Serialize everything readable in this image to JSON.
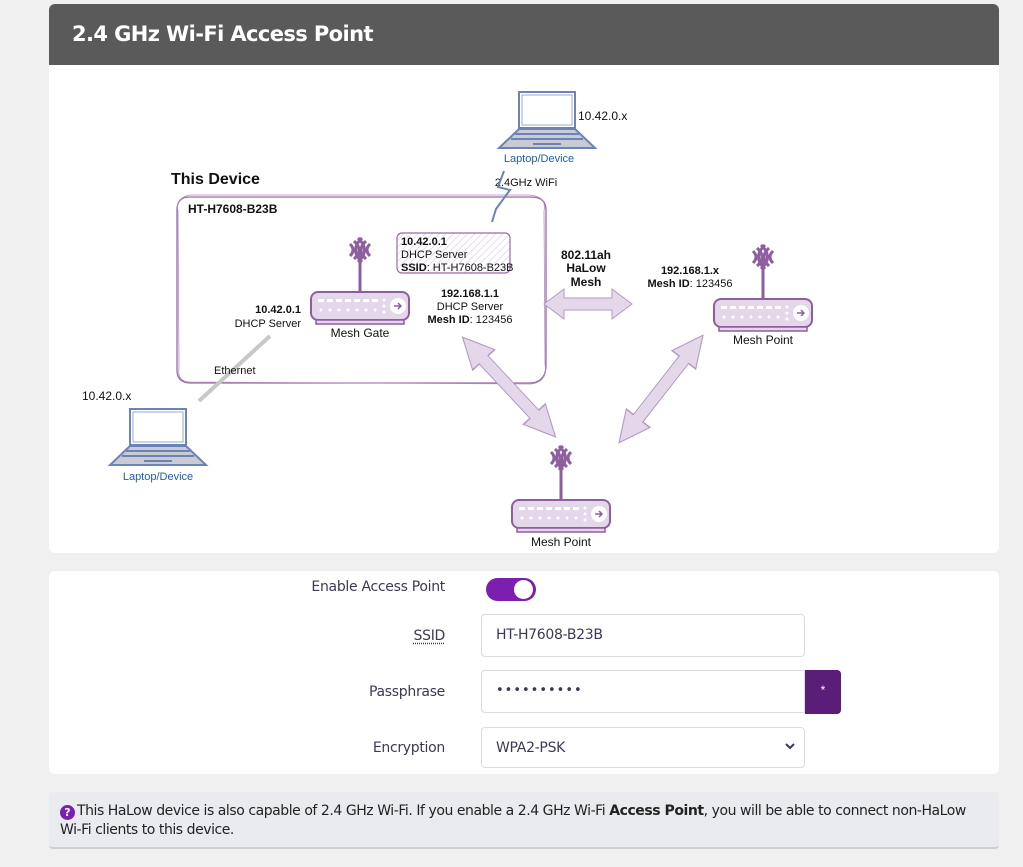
{
  "header": {
    "title": "2.4 GHz Wi-Fi Access Point"
  },
  "diagram": {
    "this_device_label": "This Device",
    "device_hostname": "HT-H7608-B23B",
    "top_laptop": {
      "ip": "10.42.0.x",
      "label": "Laptop/Device"
    },
    "wifi_link_label": "2.4GHz WiFi",
    "ap_info": {
      "ip": "10.42.0.1",
      "role": "DHCP Server",
      "ssid_key": "SSID",
      "ssid_value": ": HT-H7608-B23B"
    },
    "eth_info": {
      "ip": "10.42.0.1",
      "role": "DHCP Server"
    },
    "mesh_gate_label": "Mesh Gate",
    "mesh_info": {
      "ip": "192.168.1.1",
      "role": "DHCP Server",
      "mesh_id_key": "Mesh ID",
      "mesh_id_value": ": 123456"
    },
    "halow_label": [
      "802.11ah",
      "HaLow",
      "Mesh"
    ],
    "remote_mesh_info": {
      "ip": "192.168.1.x",
      "mesh_id_key": "Mesh ID",
      "mesh_id_value": ": 123456"
    },
    "mesh_point_right_label": "Mesh Point",
    "mesh_point_bottom_label": "Mesh Point",
    "ethernet_label": "Ethernet",
    "left_laptop": {
      "ip": "10.42.0.x",
      "label": "Laptop/Device"
    }
  },
  "form": {
    "enable_ap_label": "Enable Access Point",
    "enable_ap_checked": true,
    "ssid_label": "SSID",
    "ssid_value": "HT-H7608-B23B",
    "passphrase_label": "Passphrase",
    "passphrase_value": "••••••••••",
    "passphrase_toggle_glyph": "*",
    "encryption_label": "Encryption",
    "encryption_value": "WPA2-PSK"
  },
  "info": {
    "icon": "?",
    "text_before": "This HaLow device is also capable of 2.4 GHz Wi-Fi. If you enable a 2.4 GHz Wi-Fi ",
    "text_bold": "Access Point",
    "text_after": ", you will be able to connect non-HaLow Wi-Fi clients to this device."
  },
  "colors": {
    "accent": "#7a1fb0",
    "accent_dark": "#5a1e78",
    "header_bg": "#5a5a5a"
  }
}
